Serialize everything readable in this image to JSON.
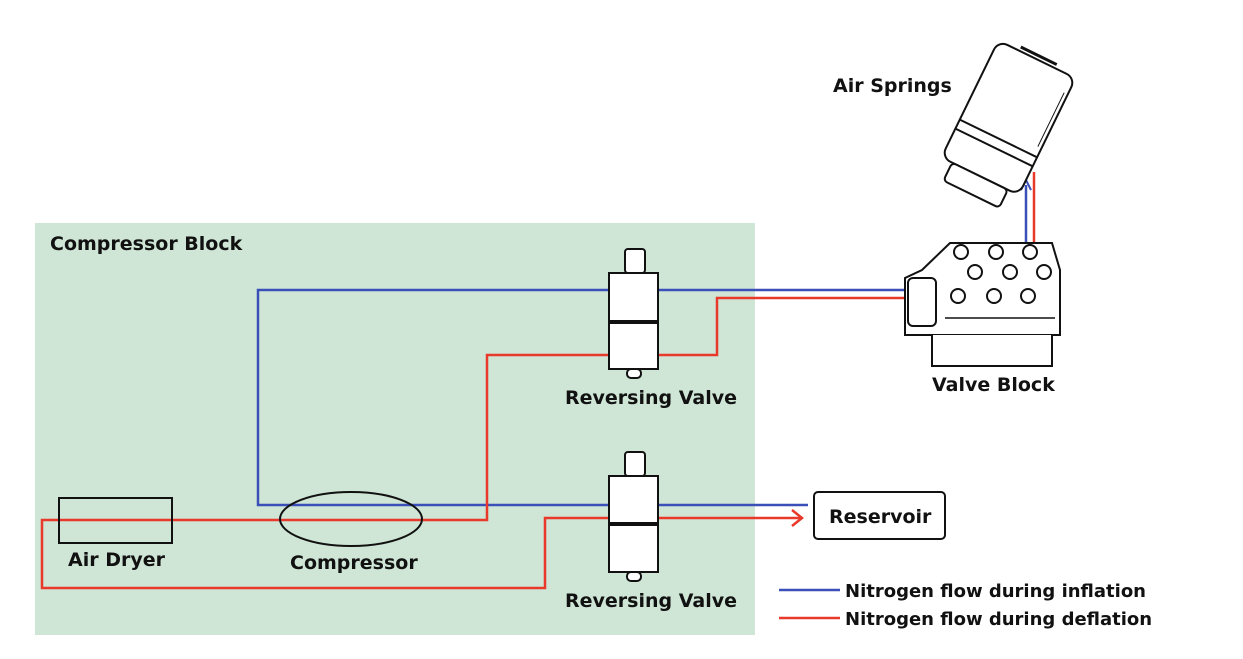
{
  "diagram": {
    "compressor_block": {
      "label": "Compressor Block",
      "fill": "#cfe6d6"
    },
    "air_springs": {
      "label": "Air Springs"
    },
    "valve_block": {
      "label": "Valve Block"
    },
    "reversing_valve_top": {
      "label": "Reversing Valve"
    },
    "reversing_valve_bottom": {
      "label": "Reversing Valve"
    },
    "air_dryer": {
      "label": "Air Dryer"
    },
    "compressor": {
      "label": "Compressor"
    },
    "reservoir": {
      "label": "Reservoir"
    },
    "legend": {
      "inflation": {
        "label": "Nitrogen flow during inflation",
        "color": "#3a4fb8"
      },
      "deflation": {
        "label": "Nitrogen flow during deflation",
        "color": "#e8392b"
      }
    }
  }
}
